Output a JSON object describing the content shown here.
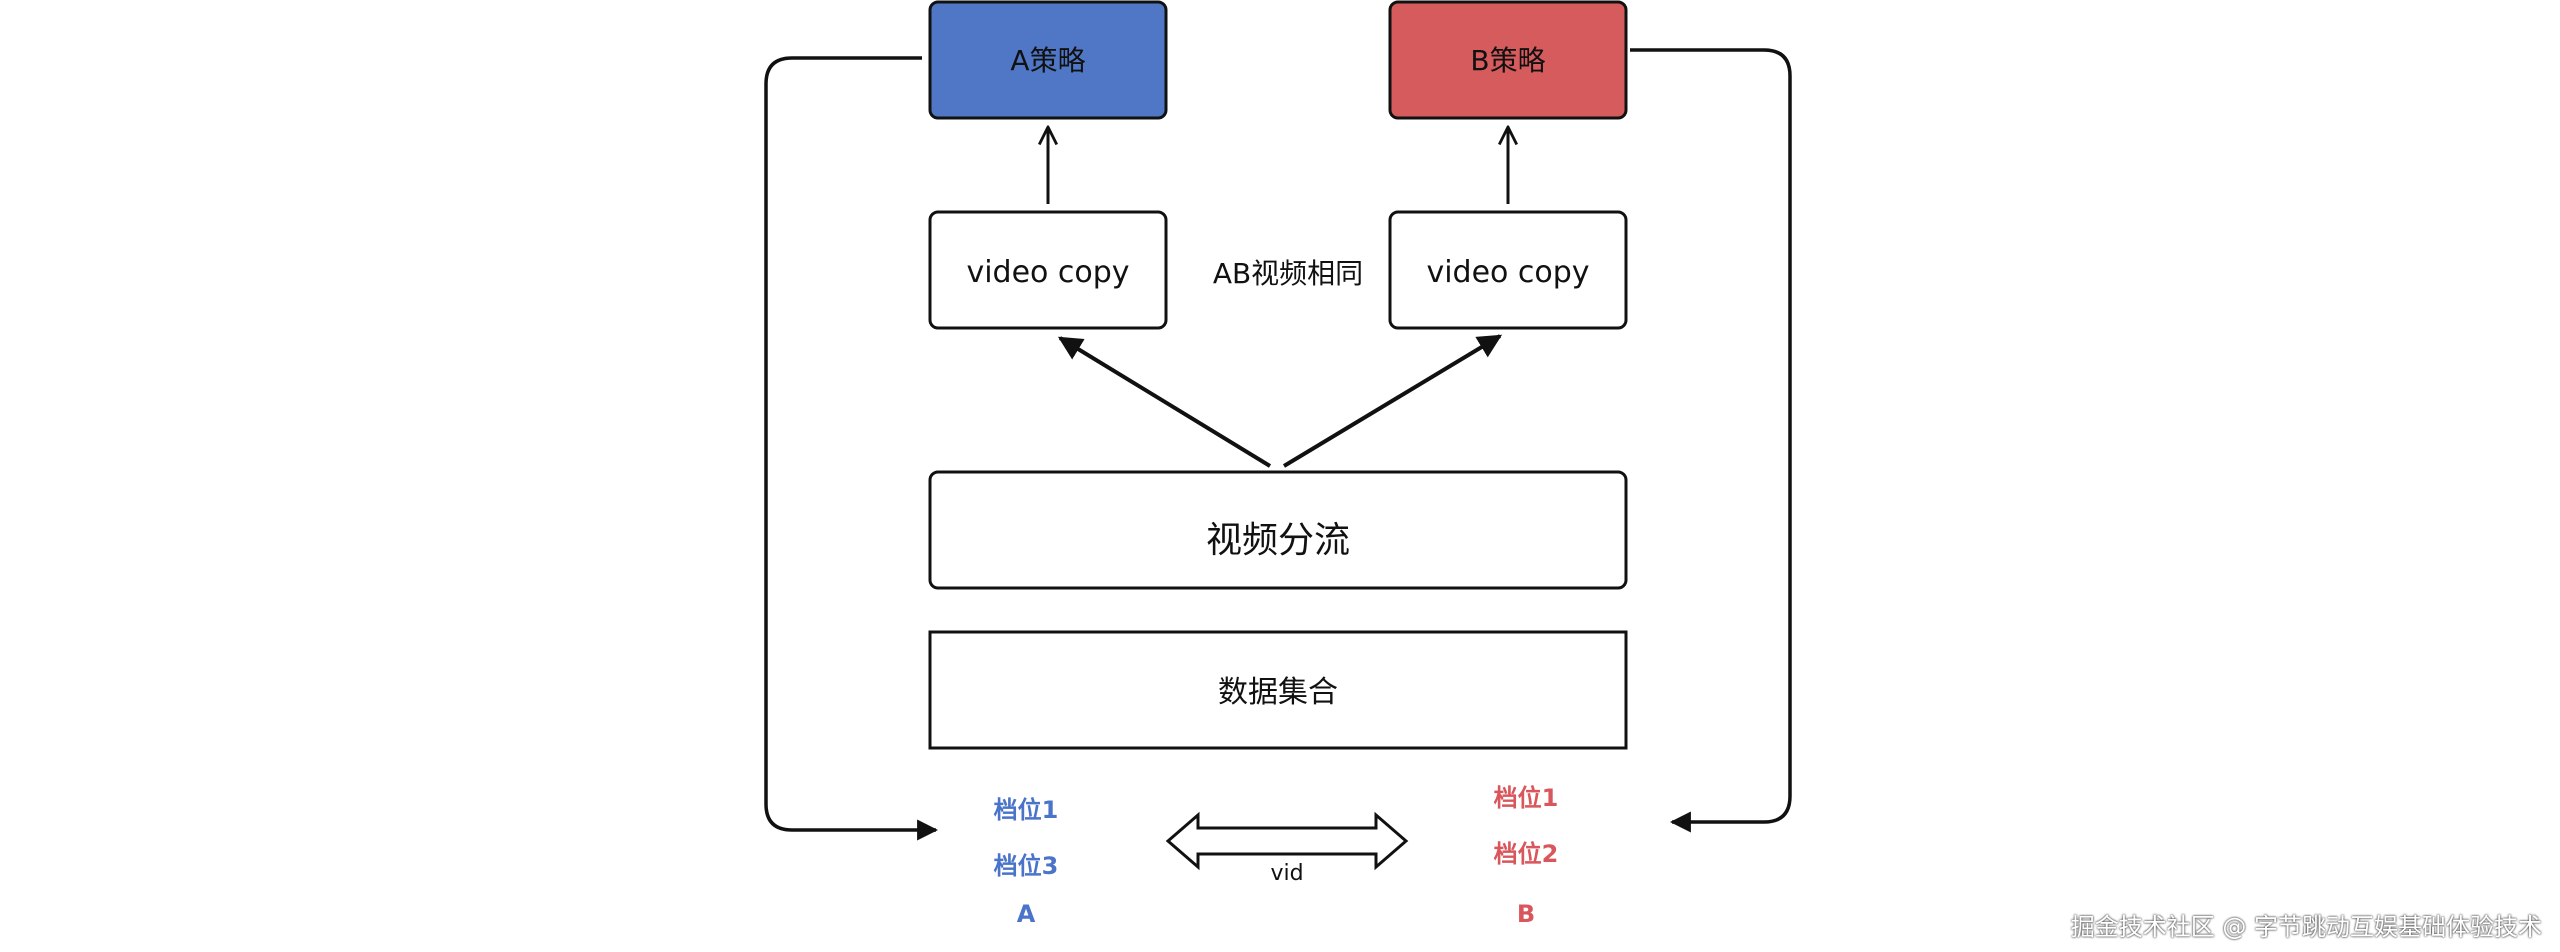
{
  "diagram": {
    "strategy_a": "A策略",
    "strategy_b": "B策略",
    "video_copy_a": "video copy",
    "video_copy_b": "video copy",
    "same_note": "AB视频相同",
    "video_split": "视频分流",
    "data_set": "数据集合",
    "group_a": {
      "level_1": "档位1",
      "level_2": "档位3",
      "label": "A"
    },
    "group_b": {
      "level_1": "档位1",
      "level_2": "档位2",
      "label": "B"
    },
    "vid_label": "vid",
    "colors": {
      "strategy_a": "#5077c6",
      "strategy_b": "#d65b5d",
      "group_a_text": "#4a74c9",
      "group_b_text": "#d9575c",
      "stroke": "#111111"
    }
  },
  "watermark": "掘金技术社区 @ 字节跳动互娱基础体验技术"
}
